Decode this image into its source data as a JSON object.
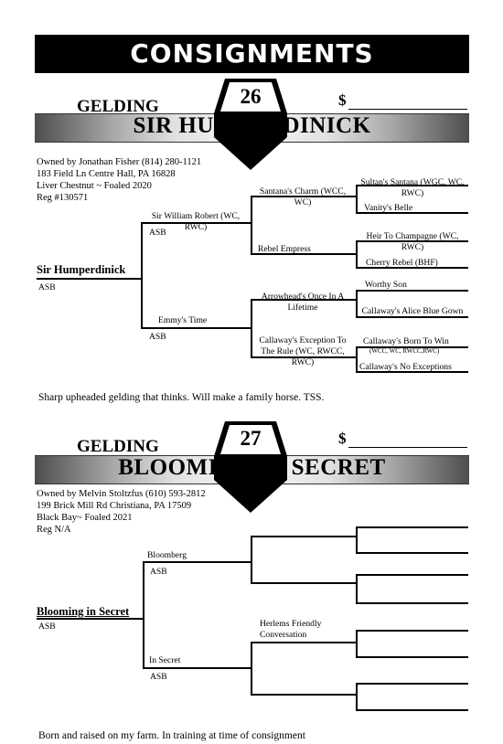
{
  "header": {
    "title": "CONSIGNMENTS"
  },
  "lots": [
    {
      "sex": "GELDING",
      "lot_number": "26",
      "price_symbol": "$",
      "name": "SIR HUMPERDINICK",
      "owner_lines": [
        "Owned by Jonathan Fisher (814) 280-1121",
        "183 Field Ln Centre Hall, PA 16828",
        "Liver Chestnut ~ Foaled 2020",
        "Reg #130571"
      ],
      "subject": "Sir Humperdinick",
      "subject_breed": "ASB",
      "sire": {
        "name": "Sir William Robert (WC, RWC)",
        "breed": "ASB"
      },
      "dam": {
        "name": "Emmy's Time",
        "breed": "ASB"
      },
      "sire_sire": "Santana's Charm (WCC, WC)",
      "sire_dam": "Rebel Empress",
      "dam_sire": "Arrowhead's Once In A Lifetime",
      "dam_dam": "Callaway's Exception To The Rule (WC, RWCC, RWC)",
      "ggp": [
        "Sultan's Santana (WGC, WC, RWC)",
        "Vanity's Belle",
        "Heir To Champagne (WC, RWC)",
        "Cherry Rebel (BHF)",
        "Worthy Son",
        "Callaway's Alice Blue Gown",
        "Callaway's Born To Win",
        "Callaway's No Exceptions"
      ],
      "ggp_note": "(WCC, WC, RWCC,RWC)",
      "description": "Sharp upheaded gelding that thinks. Will make a family horse. TSS."
    },
    {
      "sex": "GELDING",
      "lot_number": "27",
      "price_symbol": "$",
      "name": "BLOOMING IN SECRET",
      "owner_lines": [
        "Owned by Melvin Stoltzfus (610) 593-2812",
        "199 Brick Mill Rd Christiana, PA 17509",
        "Black Bay~ Foaled 2021",
        "Reg N/A"
      ],
      "subject": "Blooming in Secret",
      "subject_breed": "ASB",
      "sire": {
        "name": "Bloomberg",
        "breed": "ASB"
      },
      "dam": {
        "name": "In Secret",
        "breed": "ASB"
      },
      "dam_sire": "Herlems Friendly Conversation",
      "description": "Born and raised on my farm. In training at time of consignment"
    }
  ]
}
